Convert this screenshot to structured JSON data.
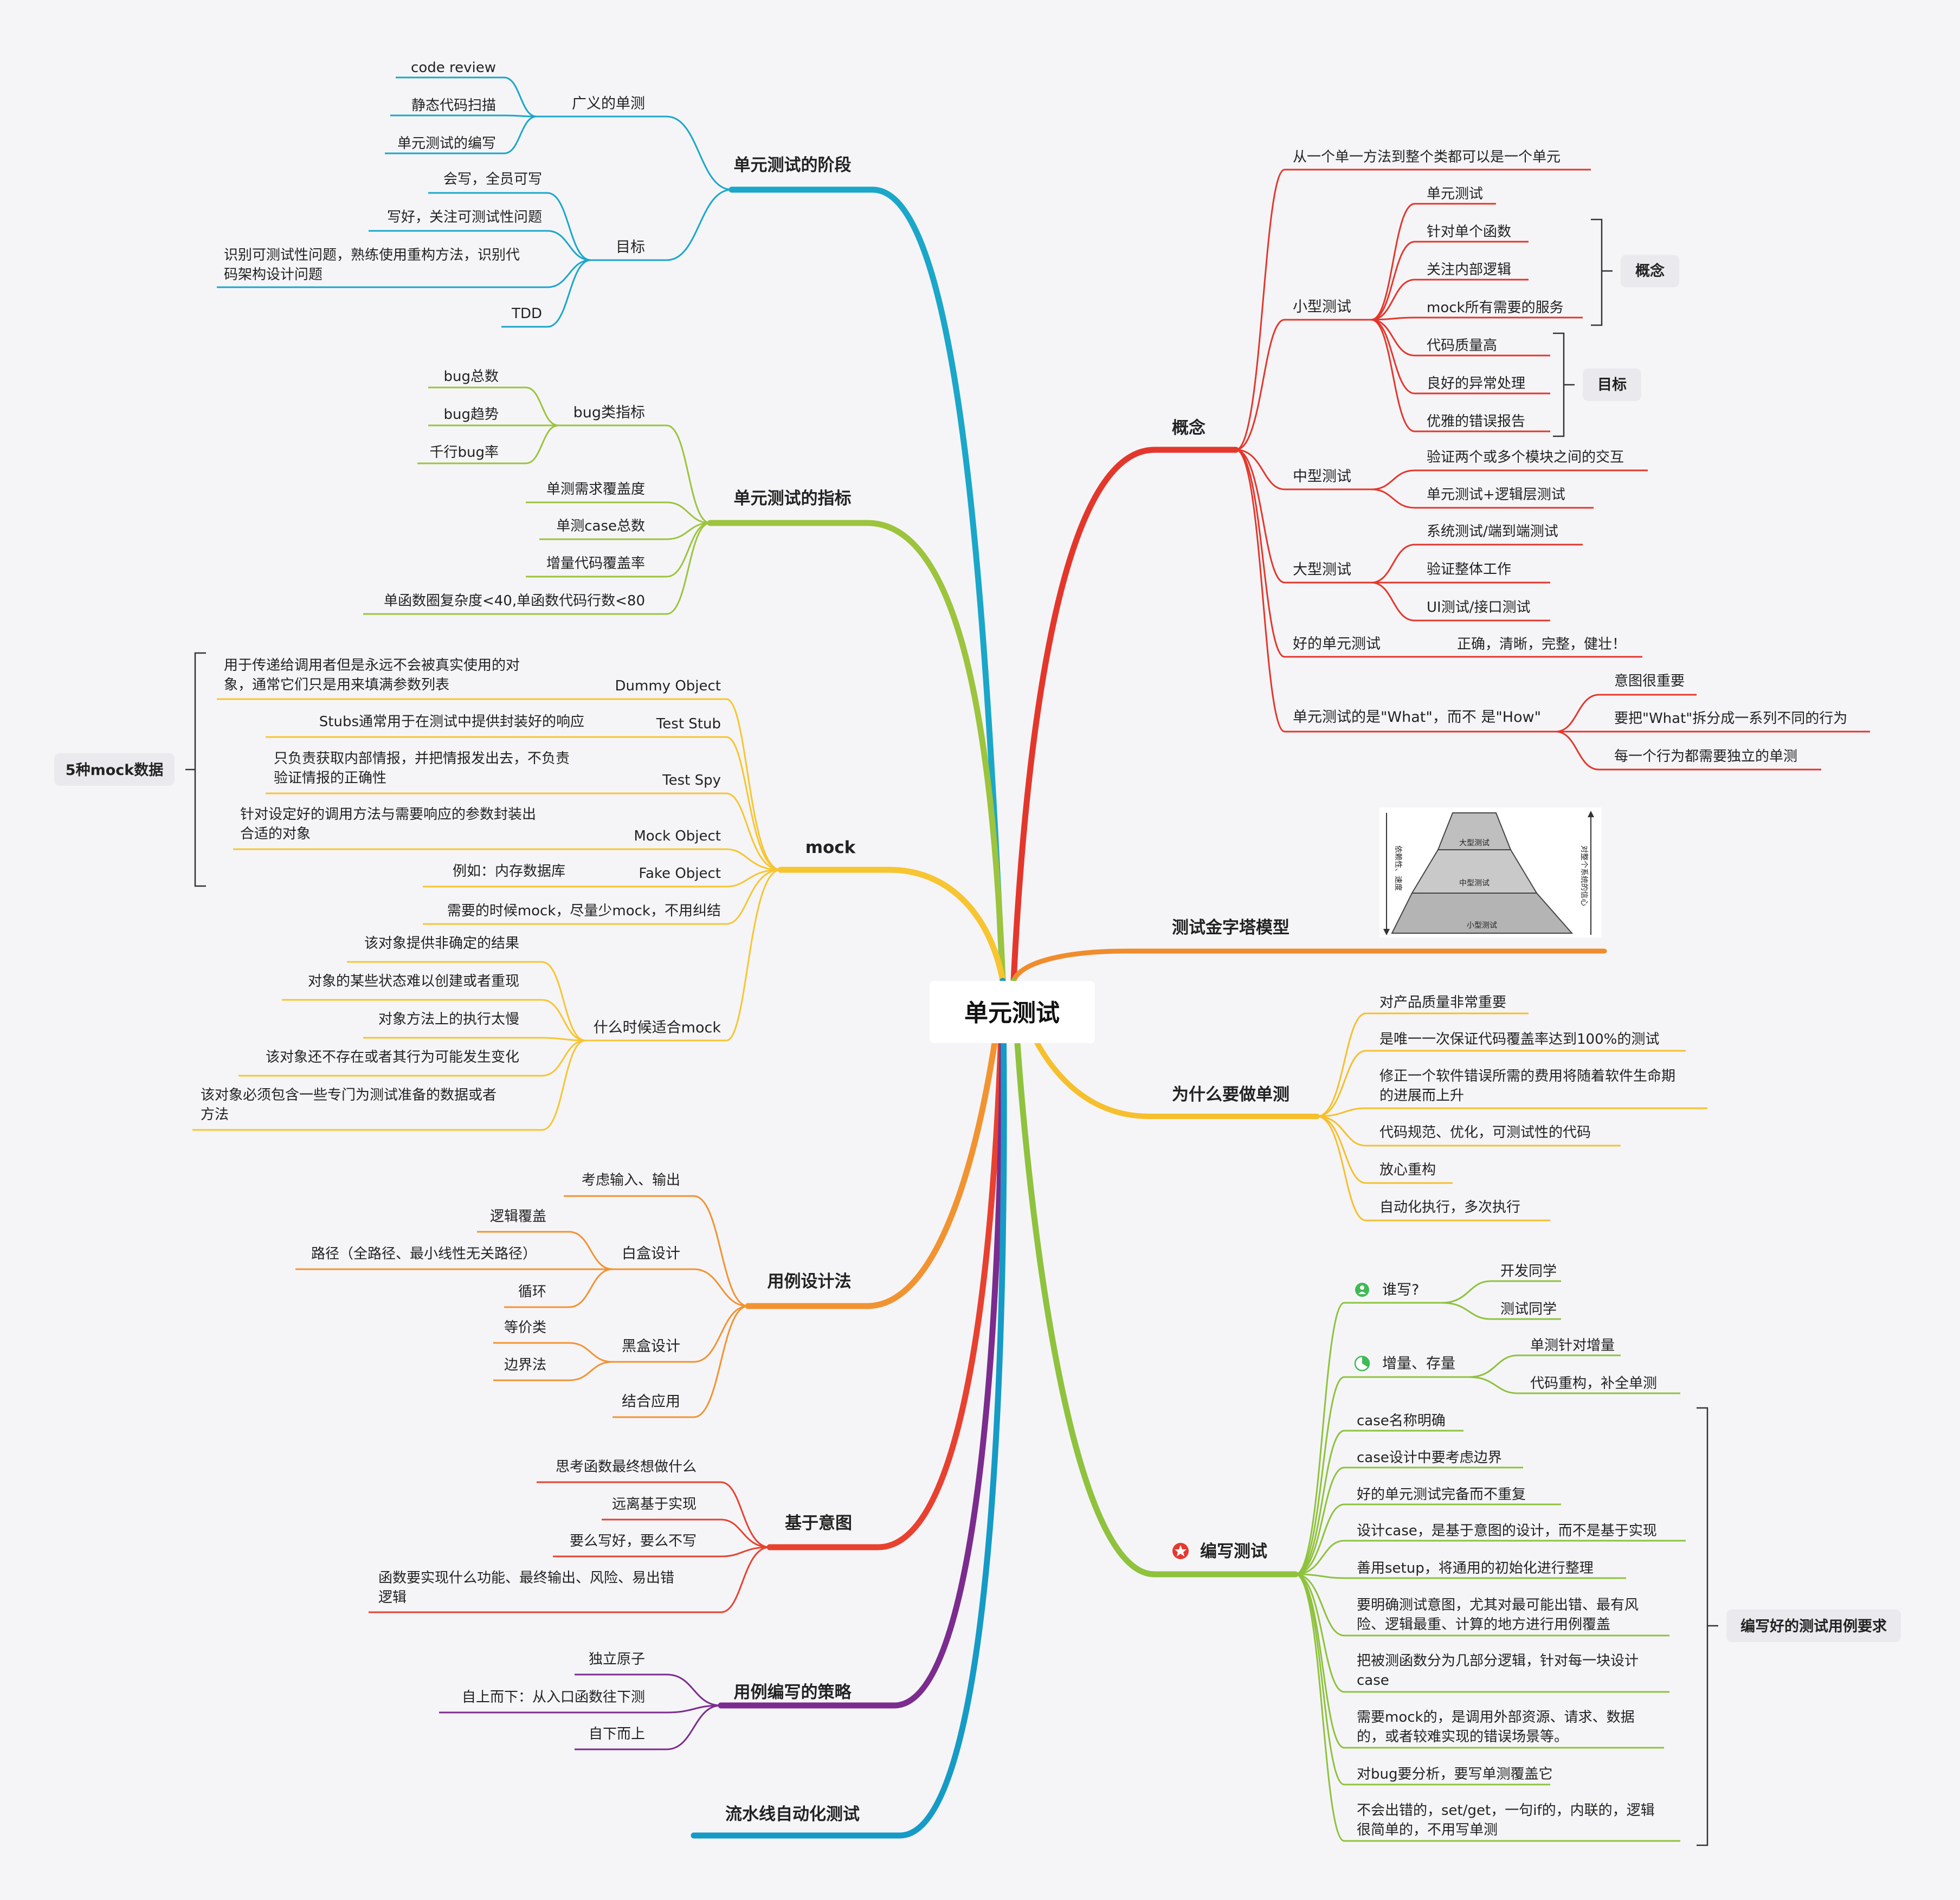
{
  "root": "单元测试",
  "branches": {
    "stage": {
      "title": "单元测试的阶段",
      "broad": {
        "label": "广义的单测",
        "items": [
          "code review",
          "静态代码扫描",
          "单元测试的编写"
        ]
      },
      "goal": {
        "label": "目标",
        "items": [
          "会写，全员可写",
          "写好，关注可测试性问题",
          "识别可测试性问题，熟练使用重构方法，识别代",
          "码架构设计问题",
          "TDD"
        ]
      }
    },
    "metrics": {
      "title": "单元测试的指标",
      "bug": {
        "label": "bug类指标",
        "items": [
          "bug总数",
          "bug趋势",
          "千行bug率"
        ]
      },
      "items": [
        "单测需求覆盖度",
        "单测case总数",
        "增量代码覆盖率",
        "单函数圈复杂度<40,单函数代码行数<80"
      ]
    },
    "mock": {
      "title": "mock",
      "tag": "5种mock数据",
      "types": [
        {
          "name": "Dummy Object",
          "desc": [
            "用于传递给调用者但是永远不会被真实使用的对",
            "象，通常它们只是用来填满参数列表"
          ]
        },
        {
          "name": "Test Stub",
          "desc": [
            "Stubs通常用于在测试中提供封装好的响应"
          ]
        },
        {
          "name": "Test Spy",
          "desc": [
            "只负责获取内部情报，并把情报发出去，不负责",
            "验证情报的正确性"
          ]
        },
        {
          "name": "Mock Object",
          "desc": [
            "针对设定好的调用方法与需要响应的参数封装出",
            "合适的对象"
          ]
        },
        {
          "name": "Fake Object",
          "desc": [
            "例如：内存数据库"
          ]
        }
      ],
      "note": "需要的时候mock，尽量少mock，不用纠结",
      "when": {
        "label": "什么时候适合mock",
        "items": [
          "该对象提供非确定的结果",
          "对象的某些状态难以创建或者重现",
          "对象方法上的执行太慢",
          "该对象还不存在或者其行为可能发生变化",
          "该对象必须包含一些专门为测试准备的数据或者",
          "方法"
        ]
      }
    },
    "design": {
      "title": "用例设计法",
      "items": [
        "考虑输入、输出"
      ],
      "white": {
        "label": "白盒设计",
        "items": [
          "逻辑覆盖",
          "路径（全路径、最小线性无关路径）",
          "循环"
        ]
      },
      "black": {
        "label": "黑盒设计",
        "items": [
          "等价类",
          "边界法"
        ]
      },
      "combined": "结合应用"
    },
    "intent": {
      "title": "基于意图",
      "items": [
        "思考函数最终想做什么",
        "远离基于实现",
        "要么写好，要么不写",
        "函数要实现什么功能、最终输出、风险、易出错",
        "逻辑"
      ]
    },
    "strategy": {
      "title": "用例编写的策略",
      "items": [
        "独立原子",
        "自上而下：从入口函数往下测",
        "自下而上"
      ]
    },
    "pipeline": {
      "title": "流水线自动化测试"
    },
    "concept": {
      "title": "概念",
      "top": "从一个单一方法到整个类都可以是一个单元",
      "small": {
        "label": "小型测试",
        "items": [
          "单元测试",
          "针对单个函数",
          "关注内部逻辑",
          "mock所有需要的服务",
          "代码质量高",
          "良好的异常处理",
          "优雅的错误报告"
        ],
        "tag1": "概念",
        "tag2": "目标"
      },
      "medium": {
        "label": "中型测试",
        "items": [
          "验证两个或多个模块之间的交互",
          "单元测试+逻辑层测试"
        ]
      },
      "large": {
        "label": "大型测试",
        "items": [
          "系统测试/端到端测试",
          "验证整体工作",
          "UI测试/接口测试"
        ]
      },
      "good": {
        "label": "好的单元测试",
        "value": "正确，清晰，完整，健壮！"
      },
      "what": {
        "label": "单元测试的是\"What\"，而不 是\"How\"",
        "items": [
          "意图很重要",
          "要把\"What\"拆分成一系列不同的行为",
          "每一个行为都需要独立的单测"
        ]
      }
    },
    "pyramid": {
      "title": "测试金字塔模型",
      "layers": [
        "大型测试",
        "中型测试",
        "小型测试"
      ],
      "left": "依赖性、速度",
      "right": "对整个系统的信心"
    },
    "why": {
      "title": "为什么要做单测",
      "items": [
        "对产品质量非常重要",
        "是唯一一次保证代码覆盖率达到100%的测试",
        "修正一个软件错误所需的费用将随着软件生命期",
        "的进展而上升",
        "代码规范、优化，可测试性的代码",
        "放心重构",
        "自动化执行，多次执行"
      ]
    },
    "write": {
      "title": "编写测试",
      "who": {
        "label": "谁写?",
        "items": [
          "开发同学",
          "测试同学"
        ]
      },
      "inc": {
        "label": "增量、存量",
        "items": [
          "单测针对增量",
          "代码重构，补全单测"
        ]
      },
      "tag": "编写好的测试用例要求",
      "reqs": [
        "case名称明确",
        "case设计中要考虑边界",
        "好的单元测试完备而不重复",
        "设计case，是基于意图的设计，而不是基于实现",
        "善用setup，将通用的初始化进行整理",
        "要明确测试意图，尤其对最可能出错、最有风",
        "险、逻辑最重、计算的地方进行用例覆盖",
        "把被测函数分为几部分逻辑，针对每一块设计",
        "case",
        "需要mock的，是调用外部资源、请求、数据",
        "的，或者较难实现的错误场景等。",
        "对bug要分析，要写单测覆盖它",
        "不会出错的，set/get，一句if的，内联的，逻辑",
        "很简单的，不用写单测"
      ]
    }
  },
  "colors": {
    "blue": "#1aa7c9",
    "green": "#9cc43c",
    "yellow": "#f7c531",
    "orange": "#f29331",
    "red": "#e8412f",
    "purple": "#7b2c8e",
    "darkblue": "#159bc6",
    "concept_red": "#e4372c",
    "pyr_orange": "#f08c2c",
    "why_yellow": "#f6bf2c",
    "write_green": "#8fc23d"
  },
  "icons": [
    "person-icon",
    "pie-icon",
    "star-badge-icon"
  ]
}
